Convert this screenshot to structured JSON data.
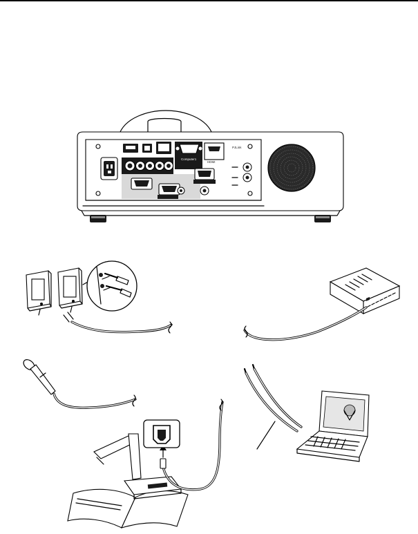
{
  "figure": {
    "devices": [
      {
        "id": "projector",
        "icon": "projector-icon"
      },
      {
        "id": "speakers",
        "icon": "speaker-icon"
      },
      {
        "id": "network-hub",
        "icon": "network-hub-icon"
      },
      {
        "id": "microphone",
        "icon": "microphone-icon"
      },
      {
        "id": "laptop",
        "icon": "laptop-icon"
      },
      {
        "id": "document-camera",
        "icon": "document-camera-icon"
      }
    ],
    "callouts": [
      {
        "id": "audio-jack-zoom",
        "icon": "audio-plug-icon"
      },
      {
        "id": "usb-b-port-zoom",
        "icon": "usb-b-port-icon"
      }
    ],
    "colors": {
      "ink": "#000000",
      "background": "#ffffff",
      "vent": "#2a2a2a"
    }
  }
}
